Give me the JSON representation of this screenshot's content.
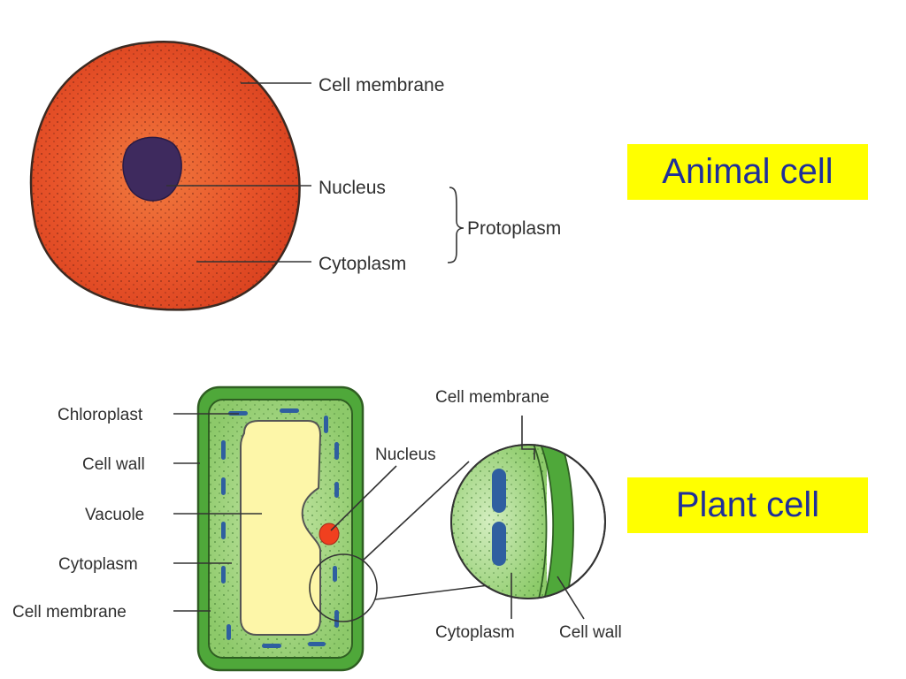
{
  "colors": {
    "animal_cytoplasm": "#e8542a",
    "animal_nucleus": "#3e2a5e",
    "plant_wall": "#4fa83a",
    "plant_cytoplasm": "#9ed27a",
    "vacuole": "#fdf6a8",
    "plant_nucleus": "#f0401f",
    "badge_bg": "#ffff00",
    "badge_text": "#1f2f9a"
  },
  "animal": {
    "badge": "Animal cell",
    "labels": {
      "membrane": "Cell membrane",
      "nucleus": "Nucleus",
      "cytoplasm": "Cytoplasm",
      "protoplasm": "Protoplasm"
    }
  },
  "plant": {
    "badge": "Plant cell",
    "labels": {
      "chloroplast": "Chloroplast",
      "cell_wall": "Cell wall",
      "vacuole": "Vacuole",
      "cytoplasm": "Cytoplasm",
      "cell_membrane": "Cell membrane",
      "nucleus": "Nucleus"
    },
    "zoom_labels": {
      "cell_membrane": "Cell membrane",
      "cytoplasm": "Cytoplasm",
      "cell_wall": "Cell wall"
    }
  }
}
